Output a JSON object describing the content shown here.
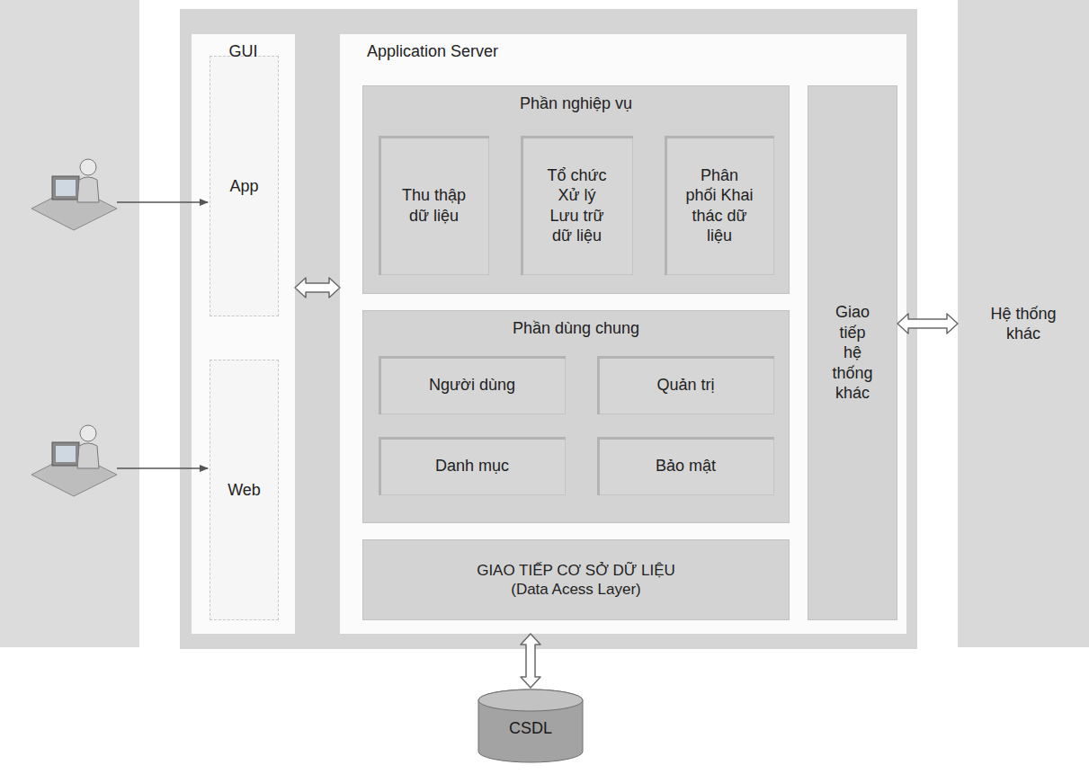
{
  "diagram": {
    "nodes": [
      {
        "text": [
          "GUI"
        ]
      },
      {
        "text": [
          "App"
        ],
        "in": 0
      },
      {
        "text": [
          "Web"
        ],
        "in": 0
      },
      {
        "text": [
          "Application Server"
        ]
      },
      {
        "text": [
          "Phần nghiệp vụ"
        ],
        "in": 3
      },
      {
        "text": [
          "Thu thập dữ liệu"
        ],
        "in": 4
      },
      {
        "text": [
          "Tổ chức Xử lý Lưu trữ dữ liệu"
        ],
        "in": 4
      },
      {
        "text": [
          "Phân phối Khai thác dữ liệu"
        ],
        "in": 4
      },
      {
        "text": [
          "Phần dùng chung"
        ],
        "in": 3
      },
      {
        "text": [
          "Người dùng"
        ],
        "in": 8
      },
      {
        "text": [
          "Quản trị"
        ],
        "in": 8
      },
      {
        "text": [
          "Danh mục"
        ],
        "in": 8
      },
      {
        "text": [
          "Bảo mật"
        ],
        "in": 8
      },
      {
        "text": [
          "GIAO TIẾP CƠ SỞ DỮ LIỆU",
          "(Data Acess Layer)"
        ],
        "in": 3
      },
      {
        "text": [
          "Giao tiếp hệ thống khác"
        ],
        "in": 3
      },
      {
        "text": [
          "Hệ thống khác"
        ]
      },
      {
        "text": [
          "CSDL"
        ]
      }
    ],
    "edges": [
      {
        "from": 0,
        "to": 3,
        "arrow": "both"
      },
      {
        "from": 14,
        "to": 15,
        "arrow": "both"
      },
      {
        "from": 3,
        "to": 16,
        "arrow": "both"
      }
    ]
  }
}
